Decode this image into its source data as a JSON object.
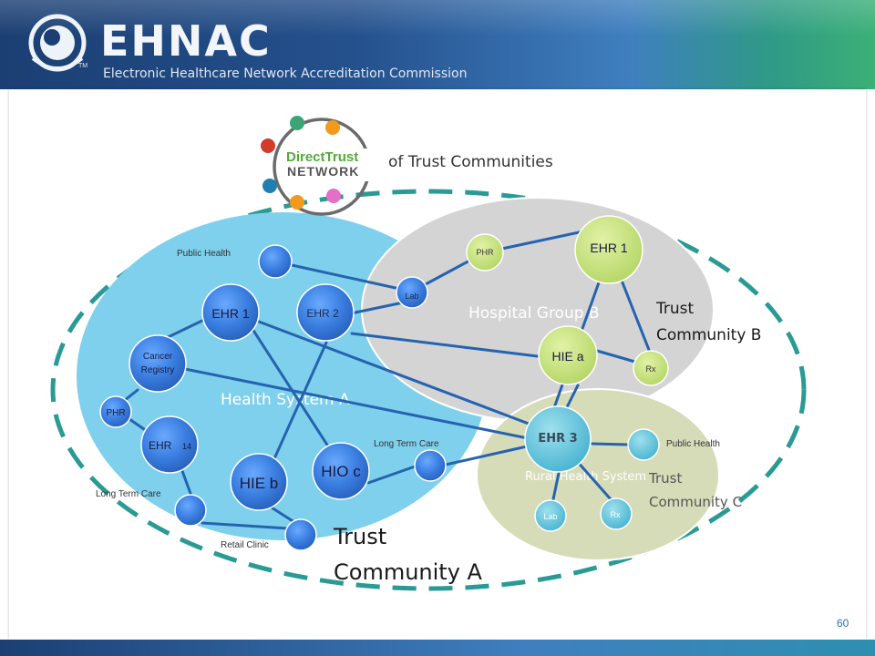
{
  "header": {
    "brand": "EHNAC",
    "tagline": "Electronic Healthcare Network Accreditation Commission",
    "trademark": "TM"
  },
  "logo": {
    "line1": "DirectTrust",
    "line2": "NETWORK"
  },
  "title_suffix": "of Trust Communities",
  "regions": {
    "health_system": "Health System A",
    "hospital_group": "Hospital Group B",
    "rural_health": "Rural Health System"
  },
  "community_labels": {
    "a_line1": "Trust",
    "a_line2": "Community A",
    "b_line1": "Trust",
    "b_line2": "Community B",
    "c_line1": "Trust",
    "c_line2": "Community C"
  },
  "nodes": {
    "public_health_a": "Public Health",
    "ehr1_a": "EHR 1",
    "ehr2_a": "EHR 2",
    "cancer_registry_line1": "Cancer",
    "cancer_registry_line2": "Registry",
    "phr_a": "PHR",
    "ehr14": "EHR",
    "ehr14_num": "14",
    "hie_b": "HIE b",
    "hio_c": "HIO c",
    "long_term_care_a": "Long Term  Care",
    "retail_clinic": "Retail  Clinic",
    "long_term_care_c": "Long Term  Care",
    "lab_b": "Lab",
    "phr_b": "PHR",
    "ehr1_b": "EHR 1",
    "hie_a": "HIE a",
    "rx_b": "Rx",
    "ehr3": "EHR 3",
    "public_health_c": "Public Health",
    "lab_c": "Lab",
    "rx_c": "Rx"
  },
  "page_number": "60",
  "colors": {
    "community_a_fill": "#7fd0ec",
    "community_b_fill": "#d4d4d4",
    "community_c_fill": "#d6dcb8",
    "node_blue": "#3a7ee0",
    "node_teal": "#5fc0d8",
    "node_green": "#c4e07a",
    "link": "#2563b0",
    "dashed_border": "#2a9a95",
    "header_dark": "#1b3f73",
    "header_green": "#3bb077"
  }
}
